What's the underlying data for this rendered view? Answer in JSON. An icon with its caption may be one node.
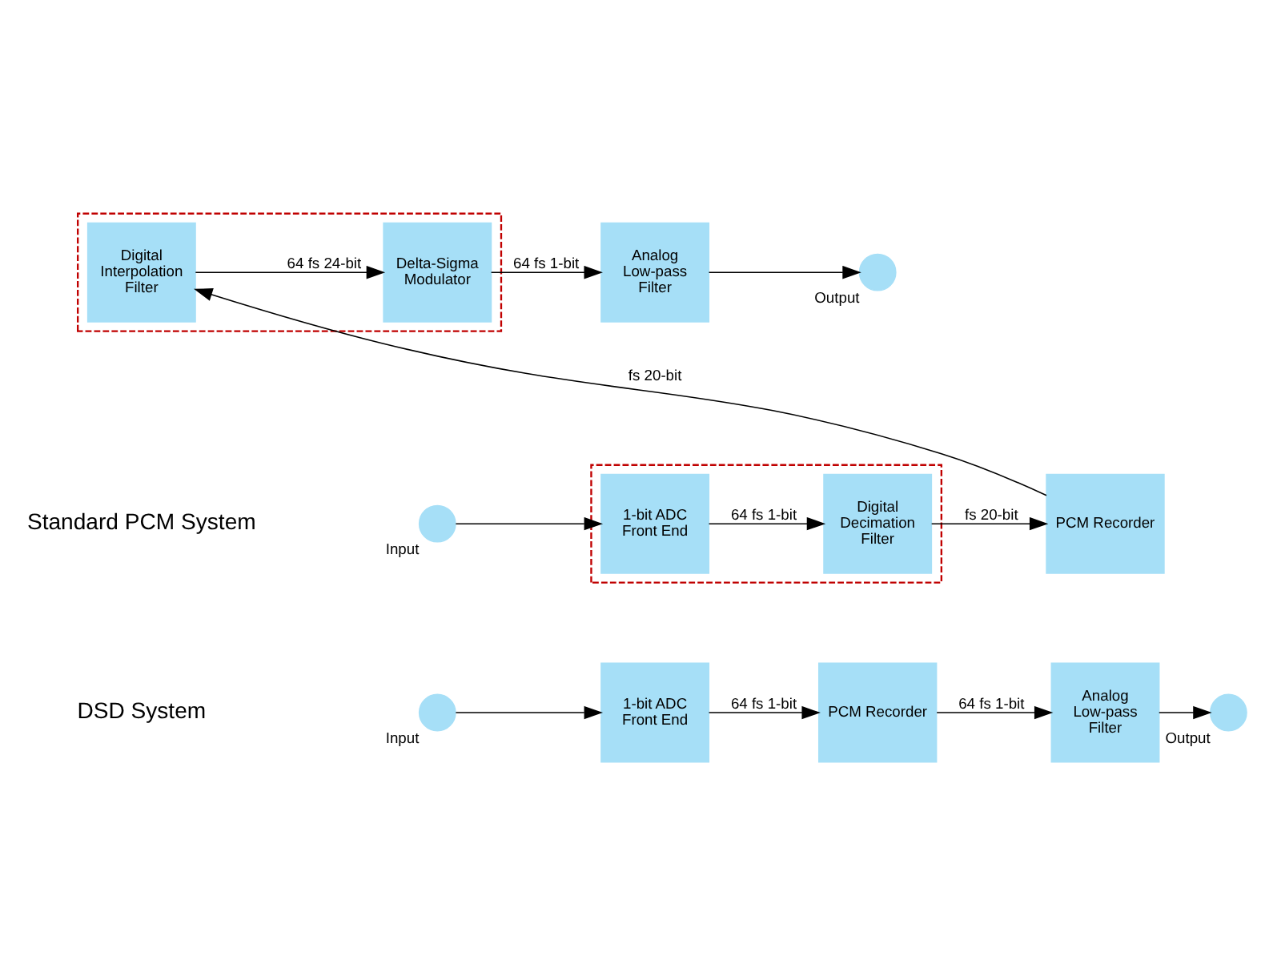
{
  "diagram": {
    "nodes": [
      {
        "text": [],
        "shape": "circle",
        "beside": [
          "Input"
        ]
      },
      {
        "text": [],
        "shape": "box"
      },
      {
        "text": [
          "1-bit ADC Front End"
        ],
        "in": 1
      },
      {
        "text": [
          "Digital Decimation Filter"
        ],
        "in": 1
      },
      {
        "text": [
          "PCM Recorder"
        ]
      },
      {
        "text": [],
        "shape": "box"
      },
      {
        "text": [
          "Digital Interpolation Filter"
        ],
        "in": 5
      },
      {
        "text": [
          "Delta-Sigma Modulator"
        ],
        "in": 5
      },
      {
        "text": [
          "Analog Low-pass Filter"
        ]
      },
      {
        "text": [],
        "shape": "circle",
        "beside": [
          "Output"
        ]
      },
      {
        "text": [],
        "shape": "circle",
        "beside": [
          "Input"
        ]
      },
      {
        "text": [
          "1-bit ADC Front End"
        ]
      },
      {
        "text": [
          "PCM Recorder"
        ]
      },
      {
        "text": [
          "Analog Low-pass Filter"
        ]
      },
      {
        "text": [],
        "shape": "circle",
        "beside": [
          "Output"
        ]
      }
    ],
    "edges": [
      {
        "from": 0,
        "to": 2,
        "arrow": "to"
      },
      {
        "from": 2,
        "to": 3,
        "arrow": "to",
        "label": "64 fs 1-bit"
      },
      {
        "from": 3,
        "to": 4,
        "arrow": "to",
        "label": "fs 20-bit"
      },
      {
        "from": 4,
        "to": 6,
        "arrow": "to",
        "label": "fs 20-bit"
      },
      {
        "from": 6,
        "to": 7,
        "arrow": "to",
        "label": "64 fs 24-bit"
      },
      {
        "from": 7,
        "to": 8,
        "arrow": "to",
        "label": "64 fs 1-bit"
      },
      {
        "from": 8,
        "to": 9,
        "arrow": "to"
      },
      {
        "from": 10,
        "to": 11,
        "arrow": "to"
      },
      {
        "from": 11,
        "to": 12,
        "arrow": "to",
        "label": "64 fs 1-bit"
      },
      {
        "from": 12,
        "to": 13,
        "arrow": "to",
        "label": "64 fs 1-bit"
      },
      {
        "from": 13,
        "to": 14,
        "arrow": "to"
      }
    ],
    "labels": [
      "Standard PCM System",
      "DSD System"
    ]
  }
}
